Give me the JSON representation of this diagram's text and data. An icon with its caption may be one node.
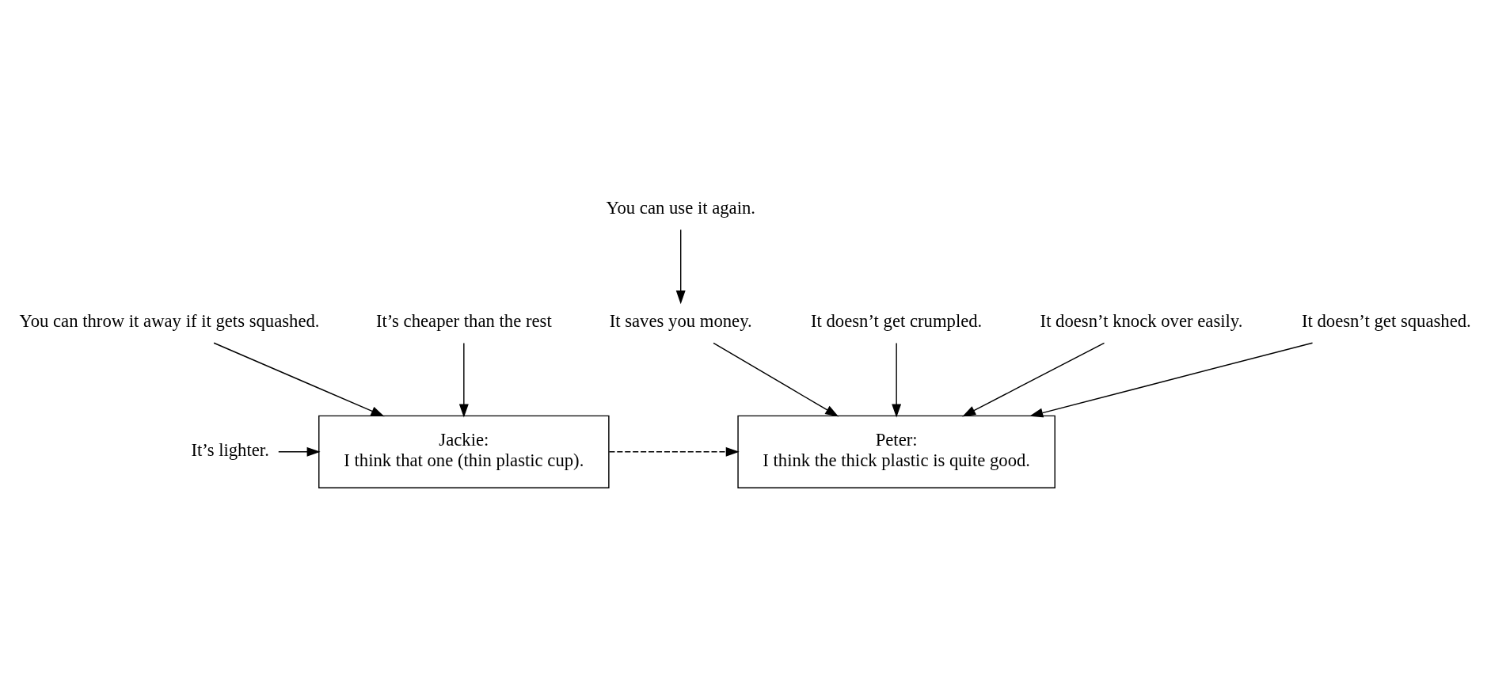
{
  "diagram": {
    "nodes": [
      {
        "text": [
          "You can throw it away if it gets squashed."
        ]
      },
      {
        "text": [
          "You can use it again."
        ]
      },
      {
        "text": [
          "It’s cheaper than the rest"
        ]
      },
      {
        "text": [
          "It saves you money."
        ]
      },
      {
        "text": [
          "It doesn’t get crumpled."
        ]
      },
      {
        "text": [
          "Jackie:",
          "I think that one (thin plastic cup)."
        ]
      },
      {
        "text": [
          "It’s lighter."
        ]
      },
      {
        "text": [
          "Peter:",
          "I think the thick plastic is quite good."
        ]
      },
      {
        "text": [
          "It doesn’t knock over easily."
        ]
      },
      {
        "text": [
          "It doesn’t get squashed."
        ]
      }
    ],
    "edges": [
      {
        "from": 0,
        "to": 5,
        "arrow": "to"
      },
      {
        "from": 2,
        "to": 5,
        "arrow": "to"
      },
      {
        "from": 1,
        "to": 3,
        "arrow": "to"
      },
      {
        "from": 3,
        "to": 7,
        "arrow": "to"
      },
      {
        "from": 4,
        "to": 7,
        "arrow": "to"
      },
      {
        "from": 6,
        "to": 5,
        "arrow": "to"
      },
      {
        "from": 5,
        "to": 7,
        "arrow": "to",
        "style": "dashed"
      },
      {
        "from": 8,
        "to": 7,
        "arrow": "to"
      },
      {
        "from": 9,
        "to": 7,
        "arrow": "to"
      }
    ]
  }
}
